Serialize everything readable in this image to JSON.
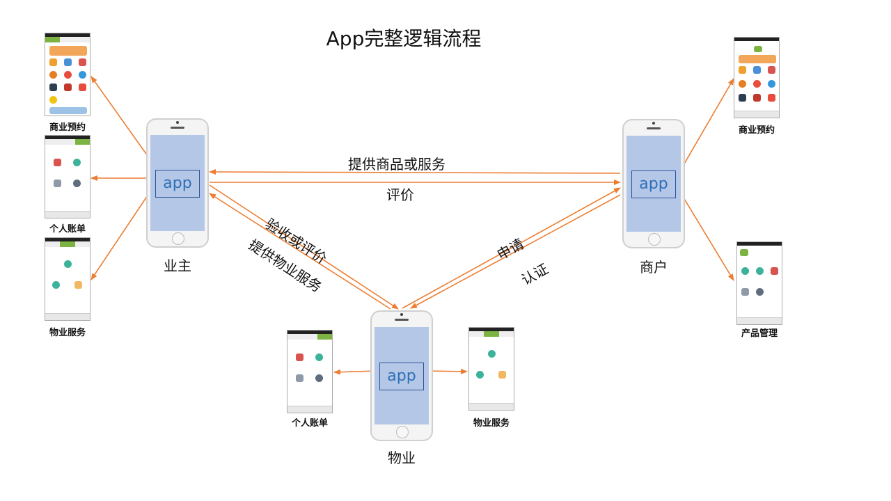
{
  "title": "App完整逻辑流程",
  "nodes": {
    "owner": {
      "label": "业主",
      "app_label": "app"
    },
    "merchant": {
      "label": "商户",
      "app_label": "app"
    },
    "property": {
      "label": "物业",
      "app_label": "app"
    }
  },
  "edges": {
    "provide_goods": "提供商品或服务",
    "review": "评价",
    "accept_or_review": "验收或评价",
    "provide_property_service": "提供物业服务",
    "apply": "申请",
    "certify": "认证"
  },
  "screens": {
    "owner_business_booking": "商业预约",
    "owner_personal_bill": "个人账单",
    "owner_property_service": "物业服务",
    "merchant_business_booking": "商业预约",
    "merchant_product_management": "产品管理",
    "property_personal_bill": "个人账单",
    "property_property_service": "物业服务"
  },
  "colors": {
    "arrow": "#ed7d31",
    "screen": "#b4c7e7",
    "app_text": "#2e6fb7",
    "app_border": "#2f5597"
  }
}
